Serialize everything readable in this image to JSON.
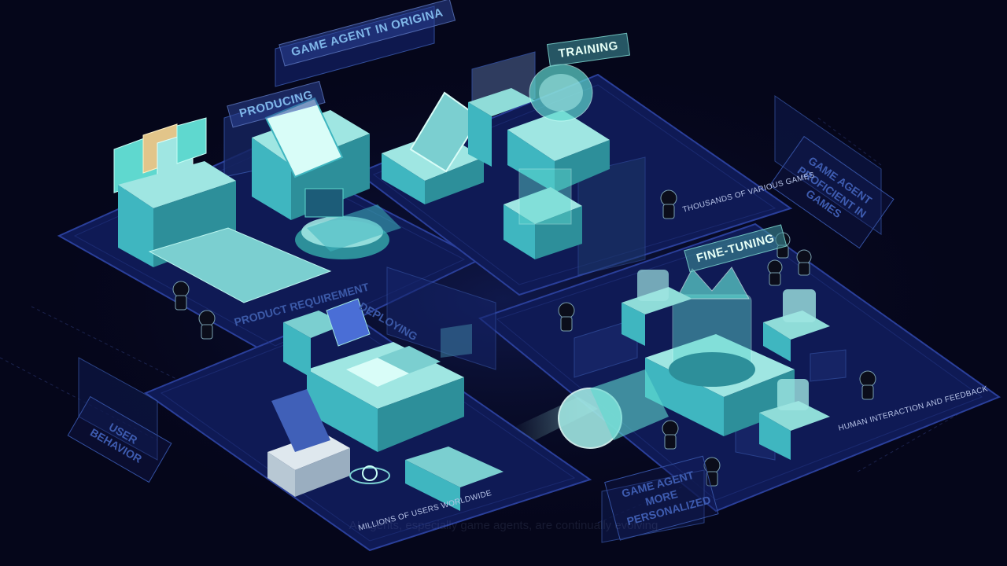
{
  "labels": {
    "game_agent_original": "GAME AGENT IN ORIGINA",
    "producing": "PRODUCING",
    "training": "TRAINING",
    "proficient": "GAME AGENT PROFICIENT IN GAMES",
    "thousands_games": "THOUSANDS OF VARIOUS GAMES",
    "fine_tuning": "FINE-TUNING",
    "product_req": "PRODUCT REQUIREMENT",
    "deploying": "DEPLOYING",
    "user_behavior": "USER BEHAVIOR",
    "human_interaction": "HUMAN INTERACTION AND FEEDBACK",
    "more_personalized": "GAME AGENT MORE PERSONALIZED",
    "millions_users": "MILLIONS OF USERS WORLDWIDE"
  },
  "caption": "AI agents, especially game agents, are continually evolving",
  "colors": {
    "background": "#05061a",
    "platform": "#0f1a55",
    "platform_edge": "#2a3f9a",
    "machine": "#3fb6c0",
    "machine_light": "#9fe6e2",
    "hologram": "#5fd8cf"
  },
  "icons": [
    "server-icon",
    "laptop-icon",
    "crown-icon",
    "agent-figure-icon"
  ]
}
